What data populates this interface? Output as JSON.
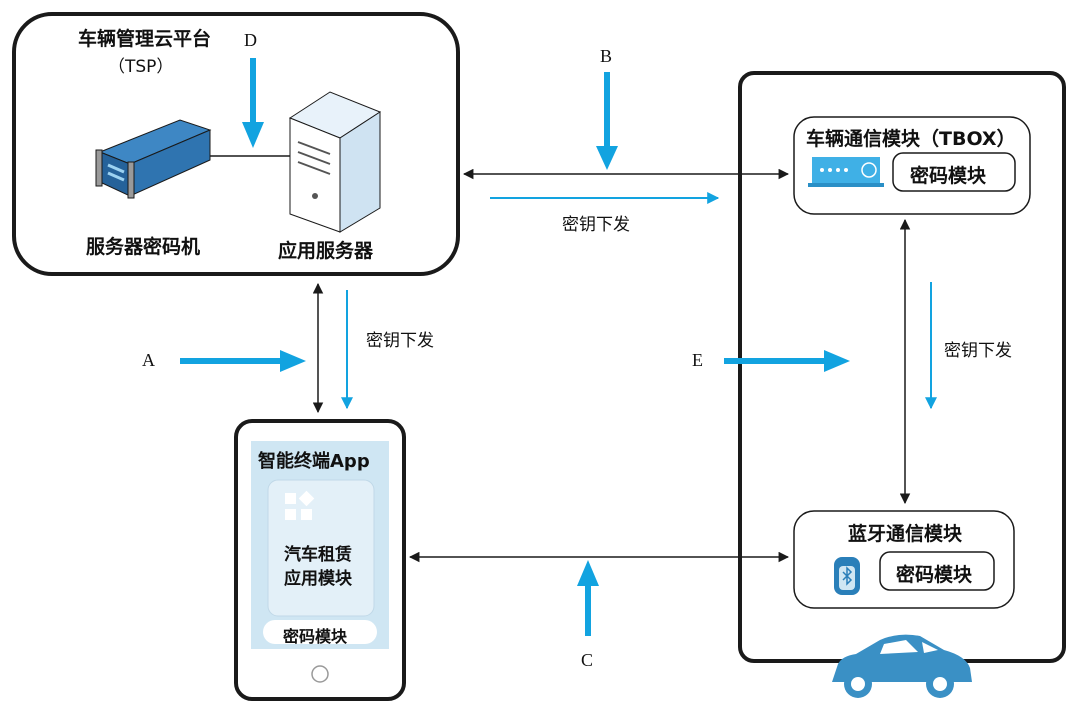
{
  "tsp": {
    "title": "车辆管理云平台",
    "subtitle": "（TSP）",
    "hsm_label": "服务器密码机",
    "app_server_label": "应用服务器"
  },
  "vehicle": {
    "tbox_title": "车辆通信模块（TBOX）",
    "tbox_crypto": "密码模块",
    "bt_title": "蓝牙通信模块",
    "bt_crypto": "密码模块"
  },
  "phone": {
    "title": "智能终端App",
    "app_module_line1": "汽车租赁",
    "app_module_line2": "应用模块",
    "crypto": "密码模块"
  },
  "links": {
    "key_dist_top": "密钥下发",
    "key_dist_left": "密钥下发",
    "key_dist_right": "密钥下发"
  },
  "markers": {
    "A": "A",
    "B": "B",
    "C": "C",
    "D": "D",
    "E": "E"
  },
  "colors": {
    "accent": "#12a3e0",
    "line": "#1a1a1a",
    "phone_panel": "#cfe6f3"
  }
}
